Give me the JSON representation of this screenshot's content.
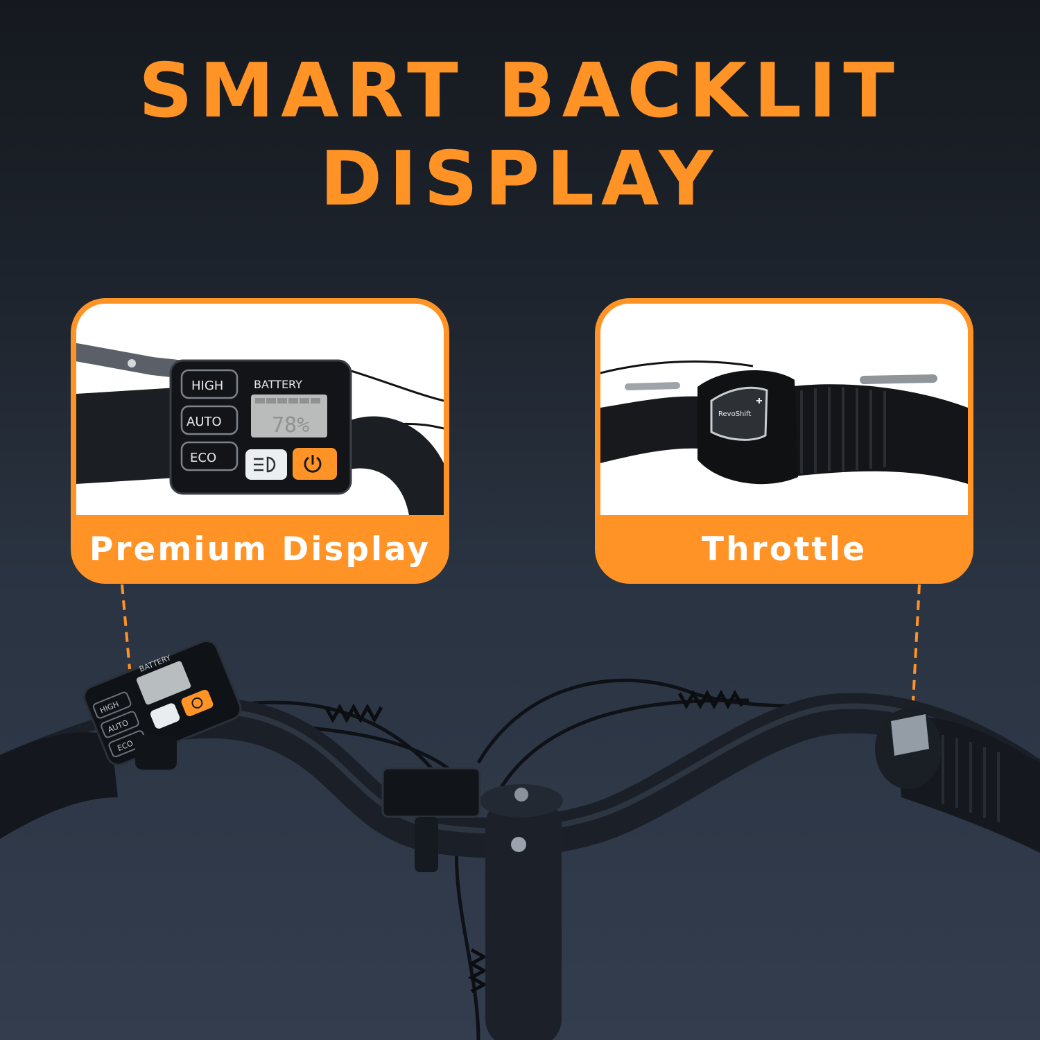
{
  "colors": {
    "accent": "#ff9326",
    "caption_text": "#ffffff",
    "card_photo_bg": "#ffffff"
  },
  "headline": {
    "line1": "SMART BACKLIT",
    "line2": "DISPLAY"
  },
  "cards": [
    {
      "caption": "Premium Display",
      "display": {
        "mode_buttons": [
          "HIGH",
          "AUTO",
          "ECO"
        ],
        "battery_label": "BATTERY",
        "battery_readout": "78%",
        "icons": [
          "headlight-icon",
          "power-icon"
        ]
      }
    },
    {
      "caption": "Throttle",
      "shifter_brand": "RevoShift"
    }
  ],
  "handlebar_display": {
    "battery_label": "BATTERY",
    "mode_buttons": [
      "HIGH",
      "AUTO",
      "ECO"
    ]
  }
}
